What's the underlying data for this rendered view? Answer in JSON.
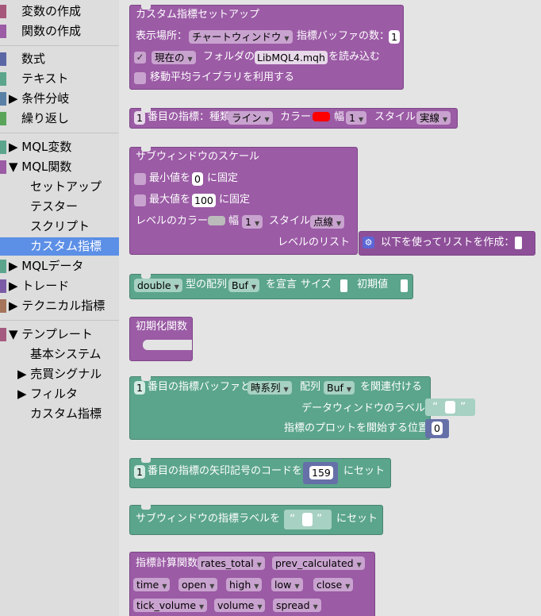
{
  "sidebar": {
    "items": [
      {
        "label": "変数の作成",
        "color": "#a5587a"
      },
      {
        "label": "関数の作成",
        "color": "#9b5ba5"
      },
      {
        "label": "数式",
        "color": "#5b67a5"
      },
      {
        "label": "テキスト",
        "color": "#5ba58c"
      },
      {
        "label": "▶ 条件分岐",
        "color": "#5b80a5"
      },
      {
        "label": "繰り返し",
        "color": "#5ba55b"
      },
      {
        "label": "▶ MQL変数",
        "color": "#5ba58c"
      },
      {
        "label": "▼ MQL関数",
        "color": "#9b5ba5"
      },
      {
        "label": "セットアップ"
      },
      {
        "label": "テスター"
      },
      {
        "label": "スクリプト"
      },
      {
        "label": "カスタム指標"
      },
      {
        "label": "▶ MQLデータ",
        "color": "#5ba58c"
      },
      {
        "label": "▶ トレード",
        "color": "#7b5ba5"
      },
      {
        "label": "▶ テクニカル指標",
        "color": "#a5745b"
      },
      {
        "label": "▼ テンプレート",
        "color": "#a55b80"
      },
      {
        "label": "基本システム"
      },
      {
        "label": "▶ 売買シグナル"
      },
      {
        "label": "▶ フィルタ"
      },
      {
        "label": "カスタム指標"
      }
    ]
  },
  "blocks": {
    "setup": {
      "title": "カスタム指標セットアップ",
      "display_label": "表示場所：",
      "display_value": "チャートウィンドウ",
      "buffer_count_label": "指標バッファの数：",
      "buffer_count": "1",
      "check_mark": "✓",
      "folder_value": "現在の",
      "folder_label": "フォルダの",
      "file_name": "LibMQL4.mqh",
      "load_label": "を読み込む",
      "ma_label": "移動平均ライブラリを利用する"
    },
    "indicator": {
      "index": "1",
      "label": "番目の指標：種類",
      "type_value": "ライン",
      "color_label": "カラー",
      "color": "#ff0000",
      "width_label": "幅",
      "width_value": "1",
      "style_label": "スタイル",
      "style_value": "実線"
    },
    "subwindow": {
      "title": "サブウィンドウのスケール",
      "min_label": "最小値を",
      "min_value": "0",
      "min_suffix": "に固定",
      "max_label": "最大値を",
      "max_value": "100",
      "max_suffix": "に固定",
      "level_color_label": "レベルのカラー",
      "level_color": "#bbbbbb",
      "width_label": "幅",
      "width_value": "1",
      "style_label": "スタイル",
      "style_value": "点線",
      "level_list_label": "レベルのリスト",
      "list_create_icon": "gear-icon",
      "list_create_label": "以下を使ってリストを作成："
    },
    "array": {
      "type_value": "double",
      "array_label": "型の配列",
      "name_value": "Buf",
      "declare_label": "を宣言",
      "size_label": "サイズ",
      "init_label": "初期値"
    },
    "init": {
      "title": "初期化関数"
    },
    "buffer": {
      "index": "1",
      "label": "番目の指標バッファと",
      "series_value": "時系列",
      "array_label": "配列",
      "array_value": "Buf",
      "bind_label": "を関連付ける",
      "data_window_label": "データウィンドウのラベル",
      "plot_start_label": "指標のプロットを開始する位置",
      "plot_start_value": "0"
    },
    "arrow": {
      "index": "1",
      "label": "番目の指標の矢印記号のコードを",
      "code": "159",
      "suffix": "にセット"
    },
    "label": {
      "label": "サブウィンドウの指標ラベルを",
      "suffix": "にセット"
    },
    "calc": {
      "title": "指標計算関数",
      "params": [
        "rates_total",
        "prev_calculated",
        "time",
        "open",
        "high",
        "low",
        "close",
        "tick_volume",
        "volume",
        "spread"
      ]
    }
  }
}
